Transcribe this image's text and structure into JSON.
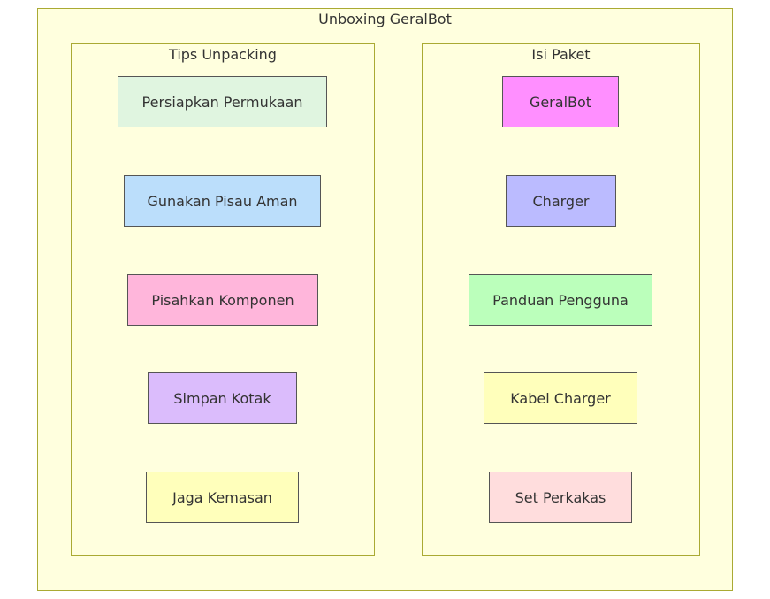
{
  "diagram": {
    "title": "Unboxing GeralBot",
    "clusters": {
      "tips": {
        "title": "Tips Unpacking",
        "nodes": [
          {
            "label": "Persiapkan Permukaan",
            "color": "#e0f5e0"
          },
          {
            "label": "Gunakan Pisau Aman",
            "color": "#bbdefb"
          },
          {
            "label": "Pisahkan Komponen",
            "color": "#ffb6db"
          },
          {
            "label": "Simpan Kotak",
            "color": "#dbbcfc"
          },
          {
            "label": "Jaga Kemasan",
            "color": "#ffffbb"
          }
        ]
      },
      "isi": {
        "title": "Isi Paket",
        "nodes": [
          {
            "label": "GeralBot",
            "color": "#ff8fff"
          },
          {
            "label": "Charger",
            "color": "#bbbbff"
          },
          {
            "label": "Panduan Pengguna",
            "color": "#bbffbb"
          },
          {
            "label": "Kabel Charger",
            "color": "#ffffbb"
          },
          {
            "label": "Set Perkakas",
            "color": "#ffdddd"
          }
        ]
      }
    }
  }
}
